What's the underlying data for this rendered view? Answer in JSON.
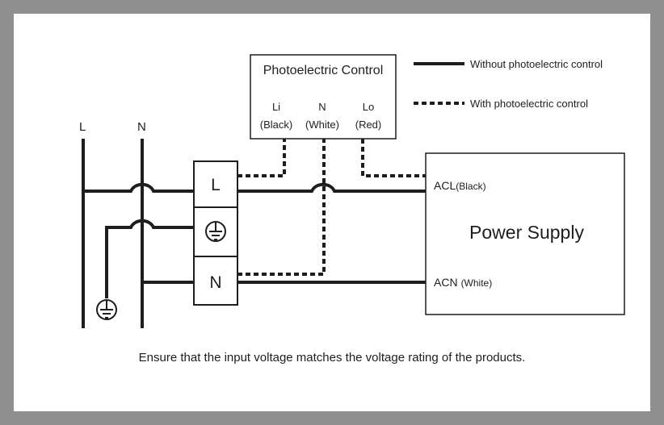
{
  "terminals_left": {
    "line": "L",
    "neutral": "N"
  },
  "terminal_block": {
    "line": "L",
    "neutral": "N"
  },
  "photo_control": {
    "title": "Photoelectric Control",
    "li": "Li",
    "n": "N",
    "lo": "Lo",
    "li_color": "(Black)",
    "n_color": "(White)",
    "lo_color": "(Red)"
  },
  "legend": {
    "solid": "Without photoelectric control",
    "dashed": "With photoelectric control"
  },
  "power_supply": {
    "title": "Power Supply",
    "acl": "ACL",
    "acl_color": "(Black)",
    "acn": "ACN",
    "acn_color": "(White)"
  },
  "note": "Ensure that the input voltage matches the voltage rating of the products.",
  "colors": {
    "frame": "#8f8f8f",
    "line": "#1e1e1e",
    "background": "#ffffff"
  }
}
